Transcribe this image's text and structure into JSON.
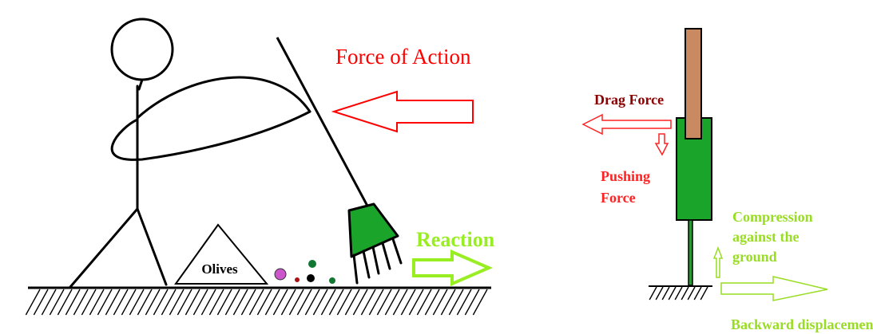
{
  "colors": {
    "ink": "#000000",
    "action_red": "#ff0000",
    "reaction_green": "#99ee22",
    "drag_dark_red": "#8b0000",
    "pushing_red": "#ff2222",
    "compression_green": "#99dd22",
    "rake_green": "#1aa52a",
    "handle_brown": "#c98a62",
    "olive_purple": "#cc55cc",
    "olive_green": "#117733",
    "olive_black": "#000000",
    "olive_darkred": "#aa1111"
  },
  "left_diagram": {
    "force_of_action_label": "Force of Action",
    "reaction_label": "Reaction",
    "olives_label": "Olives",
    "icons": [
      "stick-figure",
      "rake",
      "olive-pile",
      "ground-hatching"
    ]
  },
  "right_diagram": {
    "drag_force_label": "Drag Force",
    "pushing_force_label_line1": "Pushing",
    "pushing_force_label_line2": "Force",
    "compression_label_line1": "Compression",
    "compression_label_line2": "against the",
    "compression_label_line3": "ground",
    "backward_displacement_label": "Backward displacement of teeth",
    "icons": [
      "rake-tooth-assembly",
      "ground-hatching"
    ]
  }
}
